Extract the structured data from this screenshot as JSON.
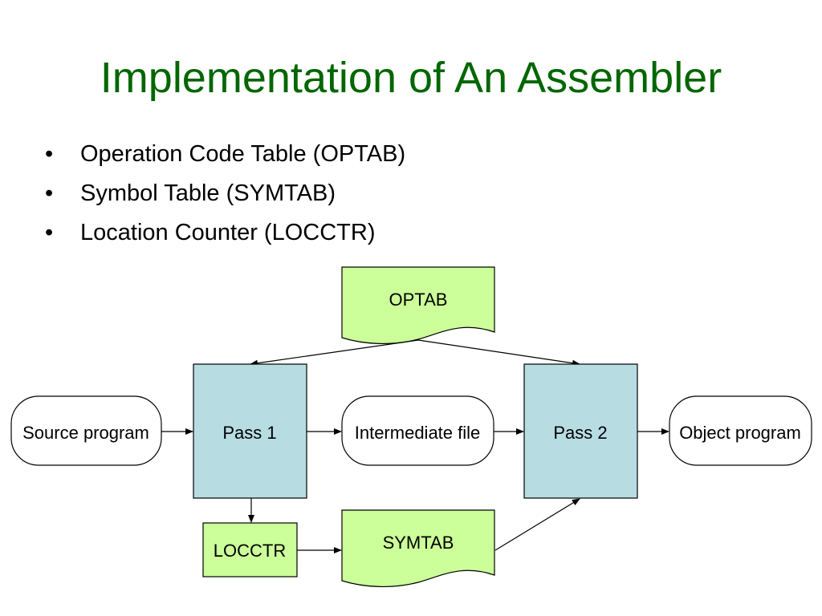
{
  "title": "Implementation of An Assembler",
  "bullets": [
    "Operation Code Table (OPTAB)",
    "Symbol Table (SYMTAB)",
    "Location Counter (LOCCTR)"
  ],
  "diagram": {
    "optab": "OPTAB",
    "pass1": "Pass 1",
    "pass2": "Pass 2",
    "source": "Source program",
    "intermediate": "Intermediate file",
    "object": "Object program",
    "locctr": "LOCCTR",
    "symtab": "SYMTAB"
  },
  "colors": {
    "title": "#006600",
    "table_fill": "#ccff99",
    "pass_fill": "#b7dde3"
  }
}
